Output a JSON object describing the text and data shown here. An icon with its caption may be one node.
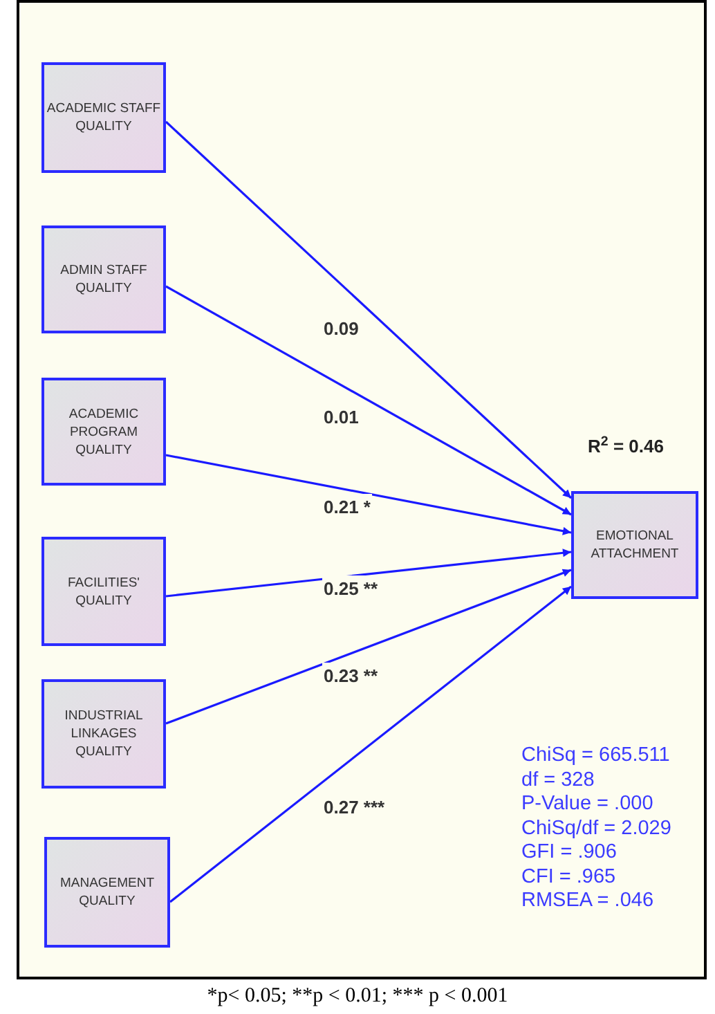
{
  "diagram": {
    "caption": "*p< 0.05; **p < 0.01; *** p < 0.001",
    "nodes": [
      {
        "text": [
          "ACADEMIC STAFF QUALITY"
        ]
      },
      {
        "text": [
          "ADMIN STAFF QUALITY"
        ]
      },
      {
        "text": [
          "ACADEMIC PROGRAM QUALITY"
        ]
      },
      {
        "text": [
          "FACILITIES' QUALITY"
        ]
      },
      {
        "text": [
          "INDUSTRIAL LINKAGES QUALITY"
        ]
      },
      {
        "text": [
          "MANAGEMENT QUALITY"
        ]
      },
      {
        "text": [
          "EMOTIONAL ATTACHMENT"
        ],
        "beside": [
          "R$^{2}$ = 0.46"
        ]
      }
    ],
    "edges": [
      {
        "from": 0,
        "to": 6,
        "arrow": "to",
        "label": "0.09"
      },
      {
        "from": 1,
        "to": 6,
        "arrow": "to",
        "label": "0.01"
      },
      {
        "from": 2,
        "to": 6,
        "arrow": "to",
        "label": "0.21 *"
      },
      {
        "from": 3,
        "to": 6,
        "arrow": "to",
        "label": "0.25 **"
      },
      {
        "from": 4,
        "to": 6,
        "arrow": "to",
        "label": "0.23 **"
      },
      {
        "from": 5,
        "to": 6,
        "arrow": "to",
        "label": "0.27 ***"
      }
    ],
    "labels": [
      "ChiSq = 665.511",
      "df = 328",
      "P-Value = .000",
      "ChiSq/df = 2.029",
      "GFI = .906",
      "CFI = .965",
      "RMSEA = .046"
    ]
  }
}
